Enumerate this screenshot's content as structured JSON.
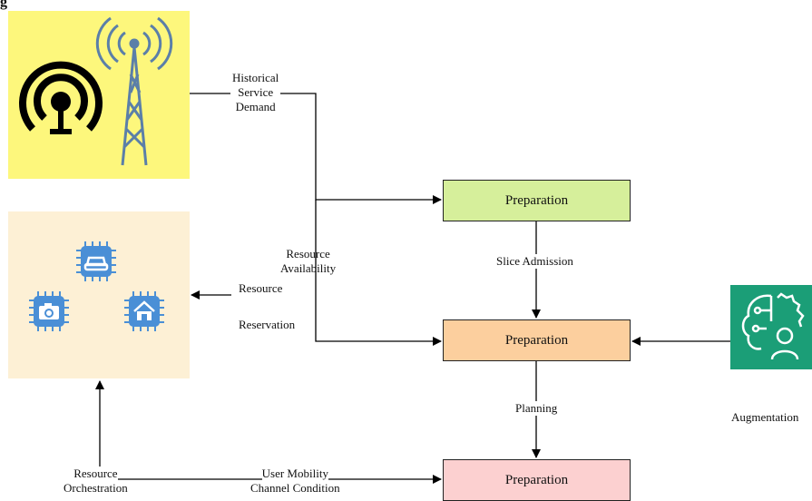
{
  "top_left_glyph": "g",
  "boxes": {
    "preparation_1": "Preparation",
    "preparation_2": "Preparation",
    "preparation_3": "Preparation"
  },
  "labels": {
    "historical_1": "Historical",
    "historical_2": "Service",
    "historical_3": "Demand",
    "resource_avail_1": "Resource",
    "resource_avail_2": "Availability",
    "resource_reservation_1": "Resource",
    "resource_reservation_2": "Reservation",
    "slice_admission": "Slice Admission",
    "planning": "Planning",
    "resource_orch_1": "Resource",
    "resource_orch_2": "Orchestration",
    "user_mobility_1": "User Mobility",
    "user_mobility_2": "Channel Condition",
    "augmentation": "Augmentation"
  },
  "colors": {
    "yellow_panel": "#fdf77c",
    "cream_panel": "#fdf0d5",
    "green_box": "#d6ef9b",
    "orange_box": "#fccf9e",
    "pink_box": "#fcd0d0",
    "chip_blue": "#4a8fd6",
    "augmentation_green": "#1b9e77"
  },
  "icons": [
    "wireless-signal-icon",
    "cell-tower-icon",
    "car-chip-icon",
    "camera-chip-icon",
    "home-chip-icon",
    "ai-brain-gear-icon"
  ]
}
